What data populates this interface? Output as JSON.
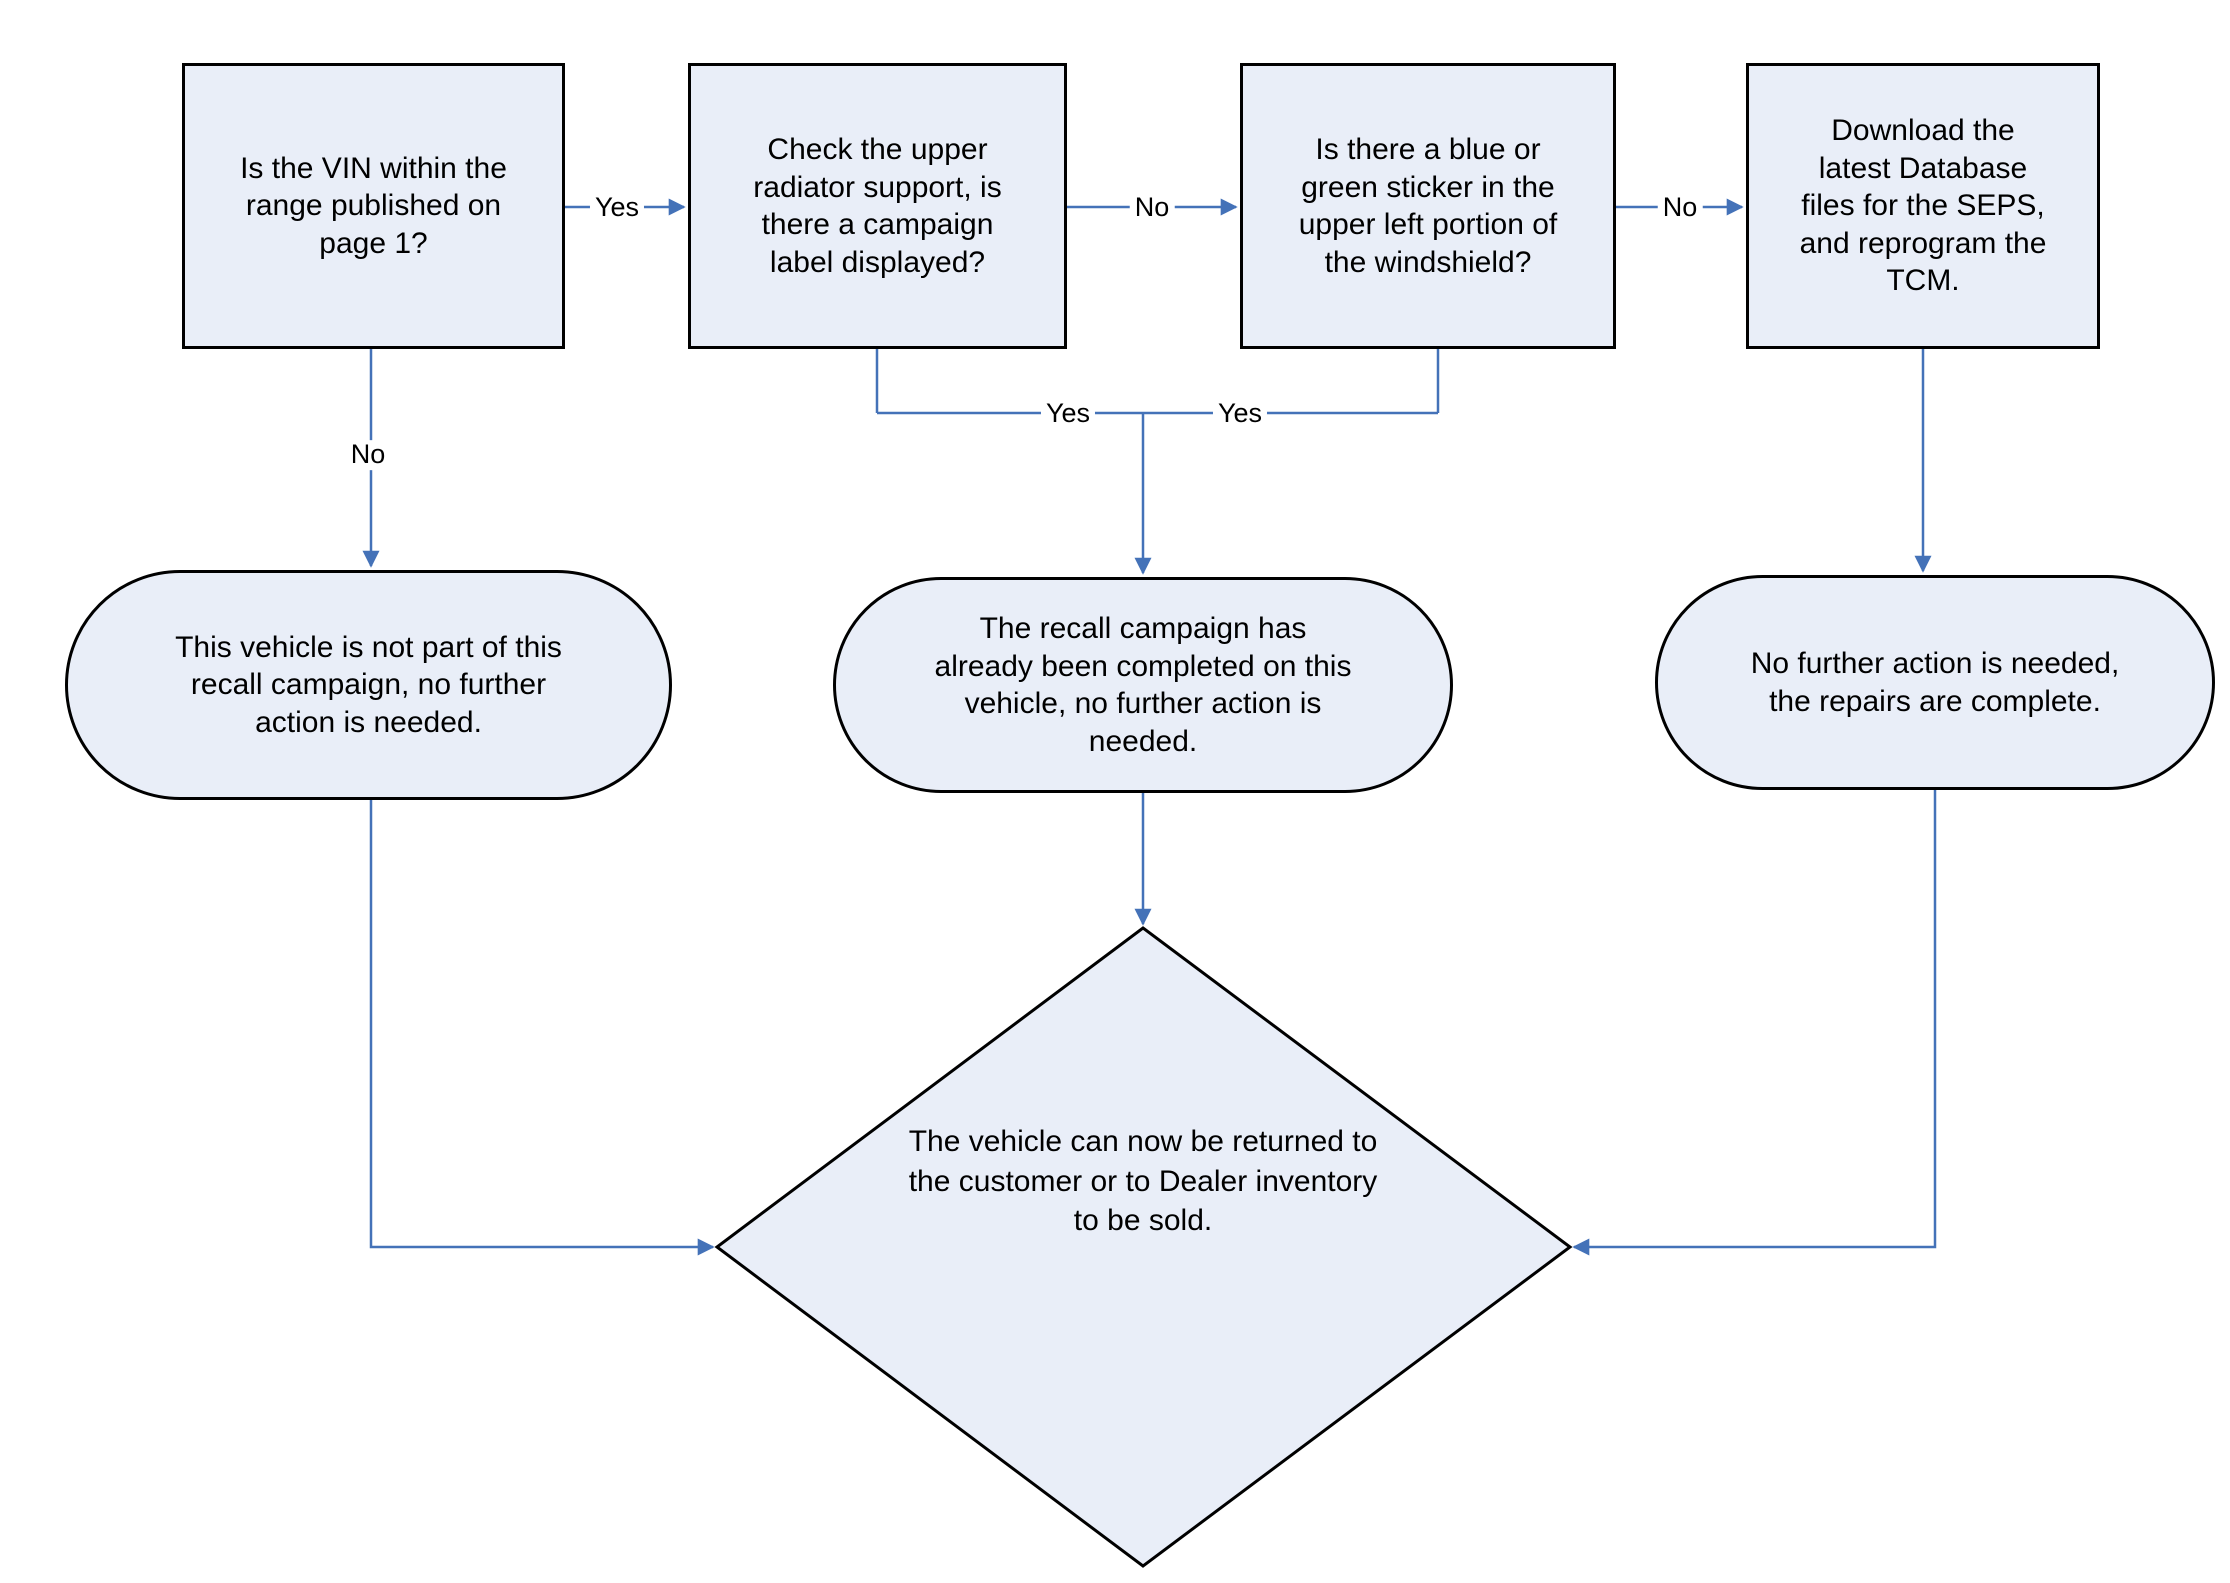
{
  "colors": {
    "node_fill": "#E9EEF8",
    "node_border": "#000000",
    "connector": "#4472B8",
    "text": "#000000"
  },
  "nodes": {
    "vin_range": {
      "type": "process",
      "text": "Is the VIN within the\nrange published on\npage 1?"
    },
    "campaign_label": {
      "type": "process",
      "text": "Check the upper\nradiator support, is\nthere a campaign\nlabel displayed?"
    },
    "windshield_sticker": {
      "type": "process",
      "text": "Is there a blue or\ngreen sticker in the\nupper left portion of\nthe windshield?"
    },
    "download_database": {
      "type": "process",
      "text": "Download the\nlatest Database\nfiles for the SEPS,\nand reprogram the\nTCM."
    },
    "not_part_of_recall": {
      "type": "terminator",
      "text": "This vehicle is not part of this\nrecall campaign, no further\naction is needed."
    },
    "already_completed": {
      "type": "terminator",
      "text": "The recall campaign has\nalready been completed on this\nvehicle, no further action is\nneeded."
    },
    "repairs_complete": {
      "type": "terminator",
      "text": "No further action is needed,\nthe repairs are complete."
    },
    "return_vehicle": {
      "type": "decision",
      "text": "The vehicle can now be returned to\nthe customer or to Dealer inventory\nto be sold."
    }
  },
  "edge_labels": {
    "yes_1": "Yes",
    "no_1": "No",
    "no_2": "No",
    "no_down": "No",
    "yes_join_left": "Yes",
    "yes_join_right": "Yes"
  }
}
